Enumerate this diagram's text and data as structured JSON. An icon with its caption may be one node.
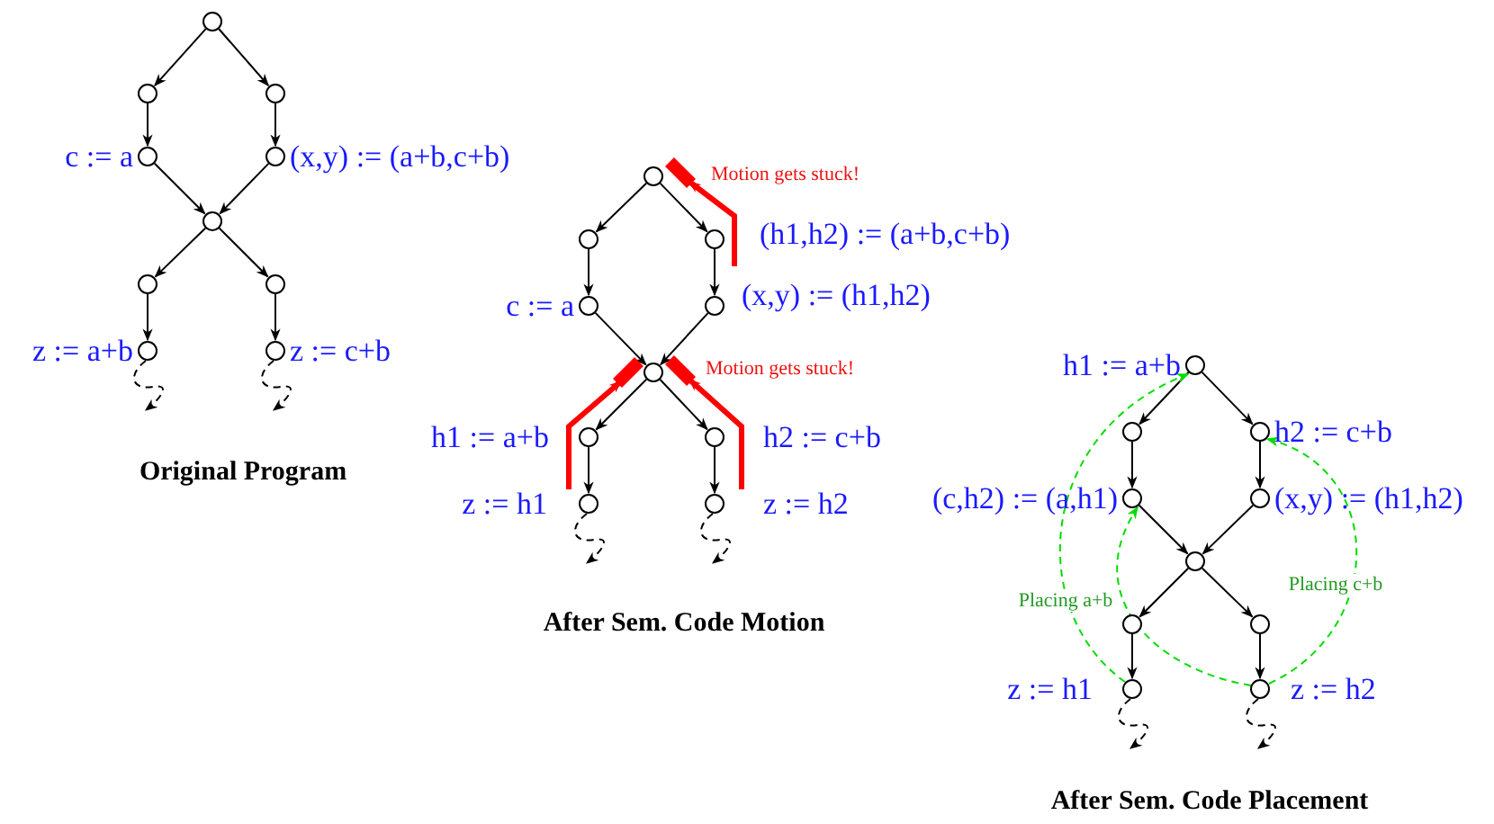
{
  "diagram": {
    "nodes": [
      {
        "text": [],
        "shape": "circle"
      },
      {
        "text": [],
        "shape": "circle"
      },
      {
        "text": [],
        "shape": "circle"
      },
      {
        "text": [],
        "shape": "circle",
        "beside": [
          "c := a"
        ]
      },
      {
        "text": [],
        "shape": "circle",
        "beside": [
          "(x,y) := (a+b,c+b)"
        ]
      },
      {
        "text": [],
        "shape": "circle"
      },
      {
        "text": [],
        "shape": "circle"
      },
      {
        "text": [],
        "shape": "circle"
      },
      {
        "text": [],
        "shape": "circle",
        "beside": [
          "z := a+b"
        ]
      },
      {
        "text": [],
        "shape": "circle",
        "beside": [
          "z := c+b"
        ]
      },
      {
        "text": [],
        "shape": "circle"
      },
      {
        "text": [],
        "shape": "circle"
      },
      {
        "text": [],
        "shape": "circle",
        "beside": [
          "(h1,h2) := (a+b,c+b)"
        ]
      },
      {
        "text": [],
        "shape": "circle",
        "beside": [
          "c := a"
        ]
      },
      {
        "text": [],
        "shape": "circle",
        "beside": [
          "(x,y) := (h1,h2)"
        ]
      },
      {
        "text": [],
        "shape": "circle"
      },
      {
        "text": [],
        "shape": "circle",
        "beside": [
          "h1 := a+b"
        ]
      },
      {
        "text": [],
        "shape": "circle",
        "beside": [
          "h2 := c+b"
        ]
      },
      {
        "text": [],
        "shape": "circle",
        "beside": [
          "z := h1"
        ]
      },
      {
        "text": [],
        "shape": "circle",
        "beside": [
          "z := h2"
        ]
      },
      {
        "text": [],
        "shape": "bar"
      },
      {
        "text": [],
        "shape": "bar"
      },
      {
        "text": [],
        "shape": "bar"
      },
      {
        "text": [],
        "shape": "circle",
        "beside": [
          "h1 := a+b"
        ]
      },
      {
        "text": [],
        "shape": "circle"
      },
      {
        "text": [],
        "shape": "circle",
        "beside": [
          "h2 := c+b"
        ]
      },
      {
        "text": [],
        "shape": "circle",
        "beside": [
          "(c,h2) := (a,h1)"
        ]
      },
      {
        "text": [],
        "shape": "circle",
        "beside": [
          "(x,y) := (h1,h2)"
        ]
      },
      {
        "text": [],
        "shape": "circle"
      },
      {
        "text": [],
        "shape": "circle"
      },
      {
        "text": [],
        "shape": "circle"
      },
      {
        "text": [],
        "shape": "circle",
        "beside": [
          "z := h1"
        ]
      },
      {
        "text": [],
        "shape": "circle",
        "beside": [
          "z := h2"
        ]
      }
    ],
    "edges": [
      {
        "from": 0,
        "to": 1,
        "arrow": "to"
      },
      {
        "from": 0,
        "to": 2,
        "arrow": "to"
      },
      {
        "from": 1,
        "to": 3,
        "arrow": "to"
      },
      {
        "from": 2,
        "to": 4,
        "arrow": "to"
      },
      {
        "from": 3,
        "to": 5,
        "arrow": "to"
      },
      {
        "from": 4,
        "to": 5,
        "arrow": "to"
      },
      {
        "from": 5,
        "to": 6,
        "arrow": "to"
      },
      {
        "from": 5,
        "to": 7,
        "arrow": "to"
      },
      {
        "from": 6,
        "to": 8,
        "arrow": "to"
      },
      {
        "from": 7,
        "to": 9,
        "arrow": "to"
      },
      {
        "from": 8,
        "to": null,
        "arrow": "to",
        "style": "dashed"
      },
      {
        "from": 9,
        "to": null,
        "arrow": "to",
        "style": "dashed"
      },
      {
        "from": 10,
        "to": 11,
        "arrow": "to"
      },
      {
        "from": 10,
        "to": 12,
        "arrow": "to"
      },
      {
        "from": 11,
        "to": 13,
        "arrow": "to"
      },
      {
        "from": 12,
        "to": 14,
        "arrow": "to"
      },
      {
        "from": 13,
        "to": 15,
        "arrow": "to"
      },
      {
        "from": 14,
        "to": 15,
        "arrow": "to"
      },
      {
        "from": 15,
        "to": 16,
        "arrow": "to"
      },
      {
        "from": 15,
        "to": 17,
        "arrow": "to"
      },
      {
        "from": 16,
        "to": 18,
        "arrow": "to"
      },
      {
        "from": 17,
        "to": 19,
        "arrow": "to"
      },
      {
        "from": 18,
        "to": null,
        "arrow": "to",
        "style": "dashed"
      },
      {
        "from": 19,
        "to": null,
        "arrow": "to",
        "style": "dashed"
      },
      {
        "from": 12,
        "to": 20,
        "arrow": "to",
        "style": "thick",
        "color": "#ff0000"
      },
      {
        "from": 18,
        "to": 21,
        "arrow": "to",
        "style": "thick",
        "color": "#ff0000"
      },
      {
        "from": 19,
        "to": 22,
        "arrow": "to",
        "style": "thick",
        "color": "#ff0000"
      },
      {
        "from": 23,
        "to": 24,
        "arrow": "to"
      },
      {
        "from": 23,
        "to": 25,
        "arrow": "to"
      },
      {
        "from": 24,
        "to": 26,
        "arrow": "to"
      },
      {
        "from": 25,
        "to": 27,
        "arrow": "to"
      },
      {
        "from": 26,
        "to": 28,
        "arrow": "to"
      },
      {
        "from": 27,
        "to": 28,
        "arrow": "to"
      },
      {
        "from": 28,
        "to": 29,
        "arrow": "to"
      },
      {
        "from": 28,
        "to": 30,
        "arrow": "to"
      },
      {
        "from": 29,
        "to": 31,
        "arrow": "to"
      },
      {
        "from": 30,
        "to": 32,
        "arrow": "to"
      },
      {
        "from": 31,
        "to": null,
        "arrow": "to",
        "style": "dashed"
      },
      {
        "from": 32,
        "to": null,
        "arrow": "to",
        "style": "dashed"
      },
      {
        "from": 31,
        "to": 23,
        "arrow": "to",
        "style": "dashed",
        "color": "#00dd00",
        "label": "Placing a+b"
      },
      {
        "from": 32,
        "to": 25,
        "arrow": "to",
        "style": "dashed",
        "color": "#00dd00",
        "label": "Placing c+b"
      },
      {
        "from": 32,
        "to": 26,
        "arrow": "to",
        "style": "dashed",
        "color": "#00dd00"
      }
    ],
    "labels": [
      "Original Program",
      "Motion gets stuck!",
      "Motion gets stuck!",
      "After Sem. Code Motion",
      "After Sem. Code Placement"
    ]
  }
}
